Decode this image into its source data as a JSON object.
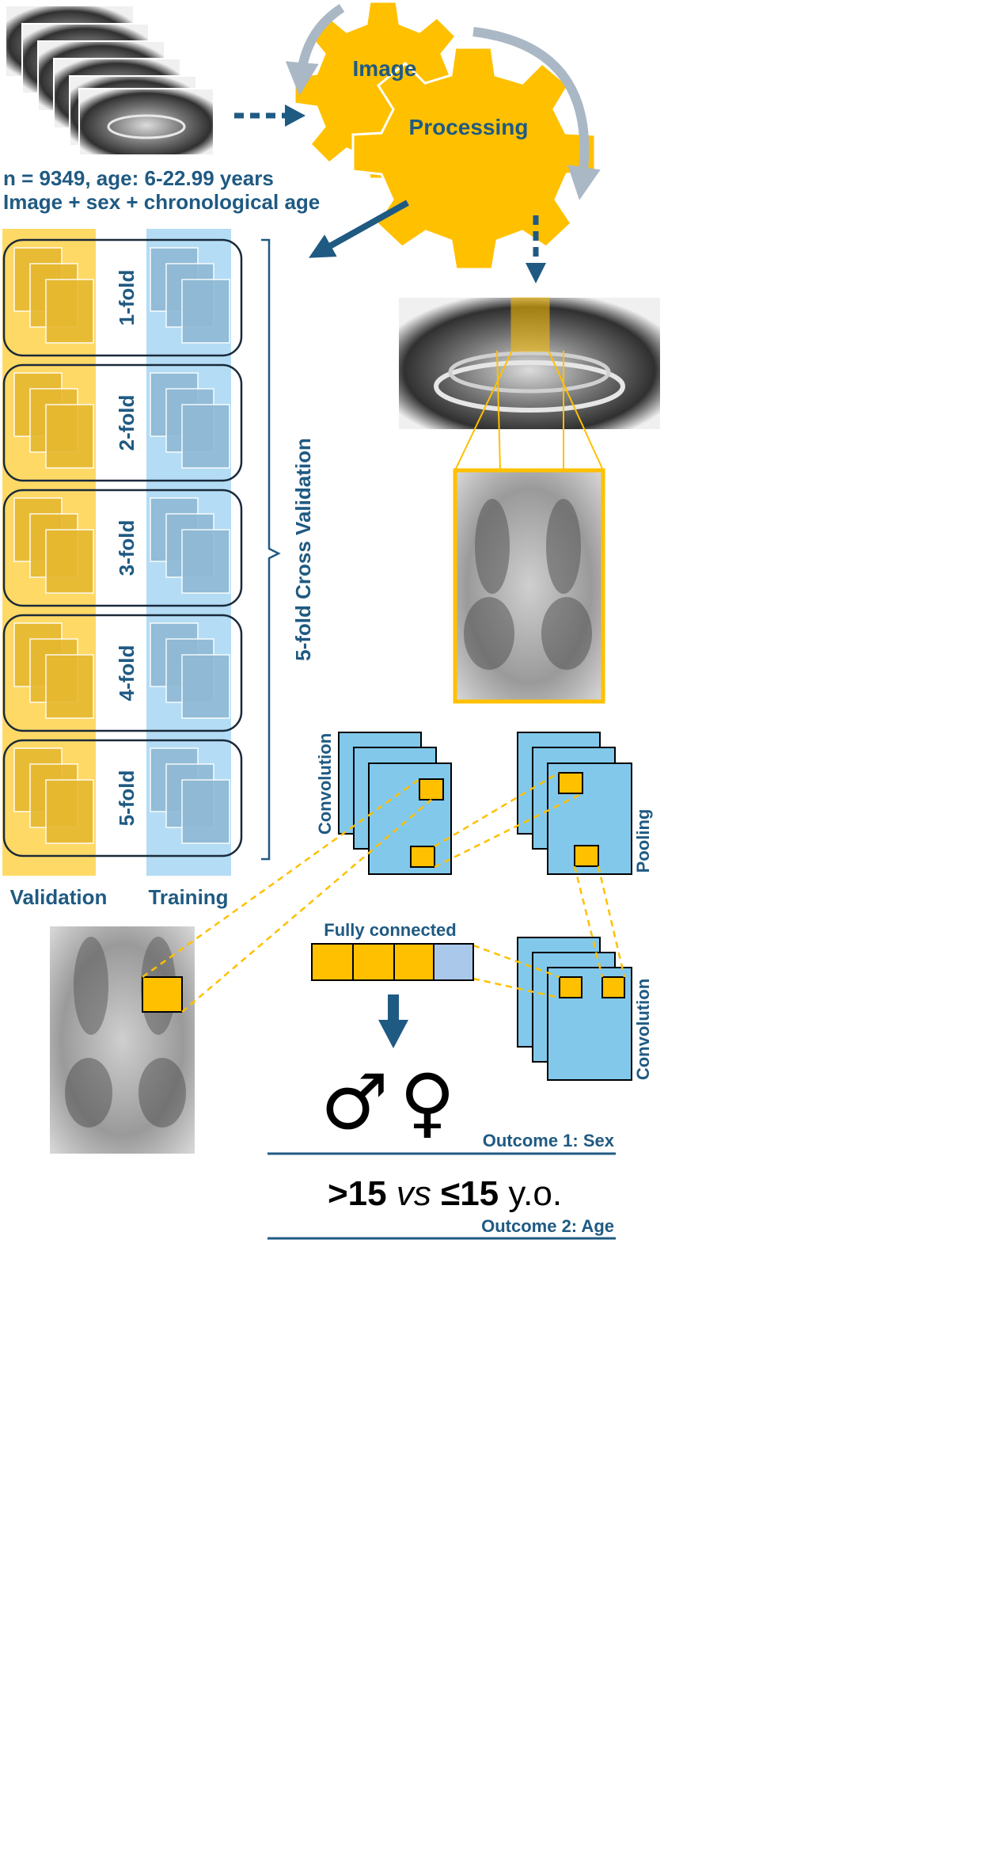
{
  "input": {
    "caption_line1": "n = 9349, age: 6-22.99 years",
    "caption_line2": "Image + sex + chronological age"
  },
  "gears": {
    "small": "Image",
    "large": "Processing"
  },
  "cv": {
    "folds": [
      "1-fold",
      "2-fold",
      "3-fold",
      "4-fold",
      "5-fold"
    ],
    "brace_label": "5-fold Cross Validation",
    "validation_label": "Validation",
    "training_label": "Training"
  },
  "cnn": {
    "conv_label_1": "Convolution",
    "pooling_label": "Pooling",
    "conv_label_2": "Convolution",
    "fc_label": "Fully connected"
  },
  "outcomes": {
    "outcome1_label": "Outcome 1: Sex",
    "male_symbol": "♂",
    "female_symbol": "♀",
    "age_gt": ">15",
    "age_vs": "vs",
    "age_le": "≤15",
    "age_unit": "y.o.",
    "outcome2_label": "Outcome 2: Age"
  },
  "colors": {
    "navy": "#1f5a82",
    "yellow": "#ffc000",
    "light_yellow": "#ffd966",
    "light_blue": "#b4dcf5",
    "map_blue": "#82c8eb",
    "fc_blue": "#a9c8ea",
    "gray_arrow": "#aab8c6"
  }
}
